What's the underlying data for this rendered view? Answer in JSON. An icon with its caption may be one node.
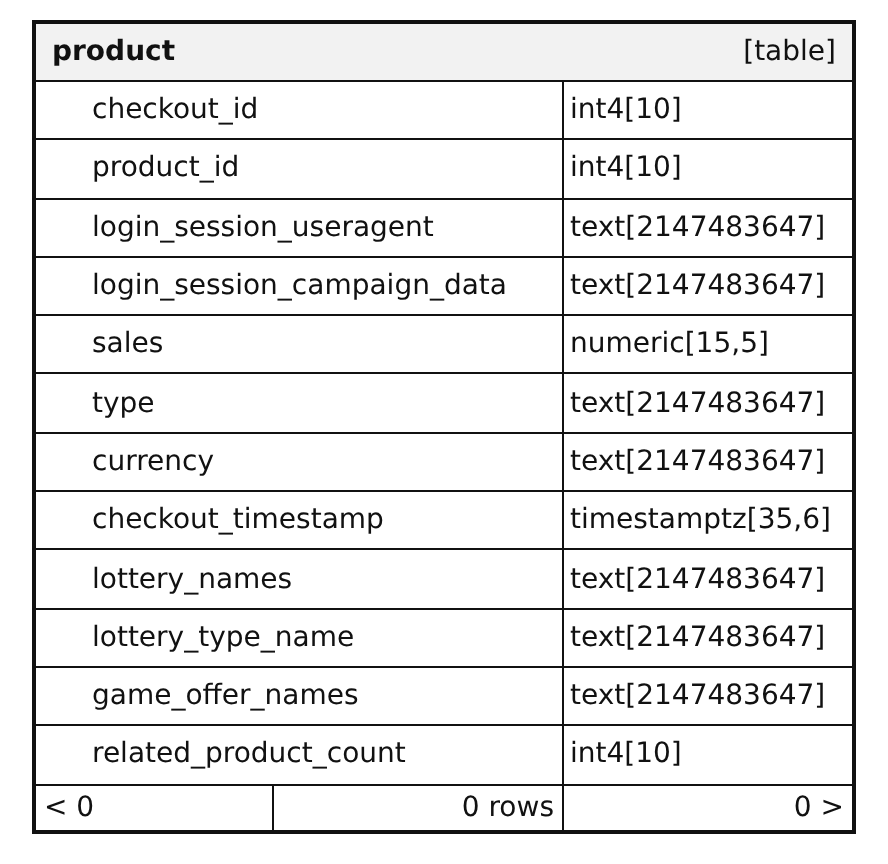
{
  "diagram": {
    "nodes": [
      {
        "text": [
          "product",
          "[table]"
        ]
      }
    ],
    "labels": [
      "checkout_id",
      "int4[10]",
      "product_id",
      "int4[10]",
      "login_session_useragent",
      "text[2147483647]",
      "login_session_campaign_data",
      "text[2147483647]",
      "sales",
      "numeric[15,5]",
      "type",
      "text[2147483647]",
      "currency",
      "text[2147483647]",
      "checkout_timestamp",
      "timestamptz[35,6]",
      "lottery_names",
      "text[2147483647]",
      "lottery_type_name",
      "text[2147483647]",
      "game_offer_names",
      "text[2147483647]",
      "related_product_count",
      "int4[10]",
      "< 0",
      "0 rows",
      "0 >"
    ]
  }
}
